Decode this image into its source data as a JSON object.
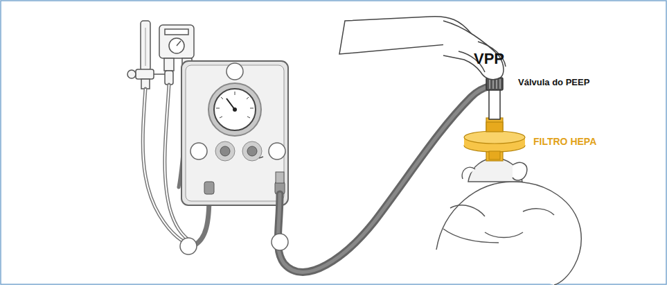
{
  "diagram": {
    "labels": [
      "VPP",
      "Válvula do PEEP",
      "FILTRO HEPA"
    ]
  }
}
